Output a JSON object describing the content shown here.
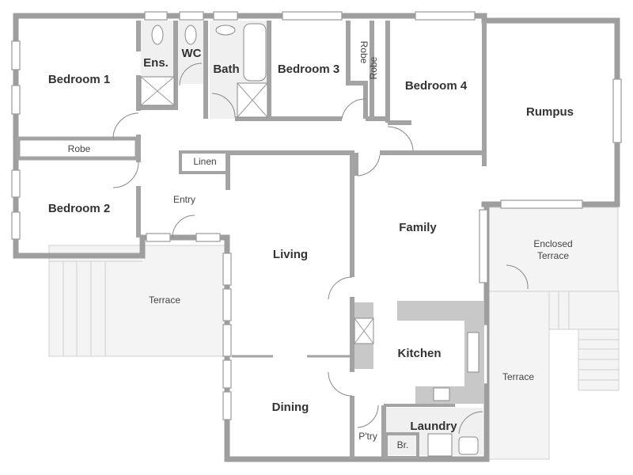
{
  "plan": {
    "rooms": {
      "bedroom1": "Bedroom 1",
      "ensuite": "Ens.",
      "wc": "WC",
      "bath": "Bath",
      "bedroom3": "Bedroom 3",
      "robe_b3": "Robe",
      "robe_b4": "Robe",
      "bedroom4": "Bedroom 4",
      "rumpus": "Rumpus",
      "robe_hall": "Robe",
      "linen": "Linen",
      "bedroom2": "Bedroom 2",
      "entry": "Entry",
      "living": "Living",
      "family": "Family",
      "enclosed_terrace_1": "Enclosed",
      "enclosed_terrace_2": "Terrace",
      "terrace_left": "Terrace",
      "kitchen": "Kitchen",
      "terrace_right": "Terrace",
      "dining": "Dining",
      "laundry": "Laundry",
      "pantry": "P'try",
      "broom": "Br."
    },
    "colors": {
      "wall": "#9e9e9e",
      "wet_area": "#f0f0f0",
      "terrace": "#f4f4f4"
    }
  }
}
